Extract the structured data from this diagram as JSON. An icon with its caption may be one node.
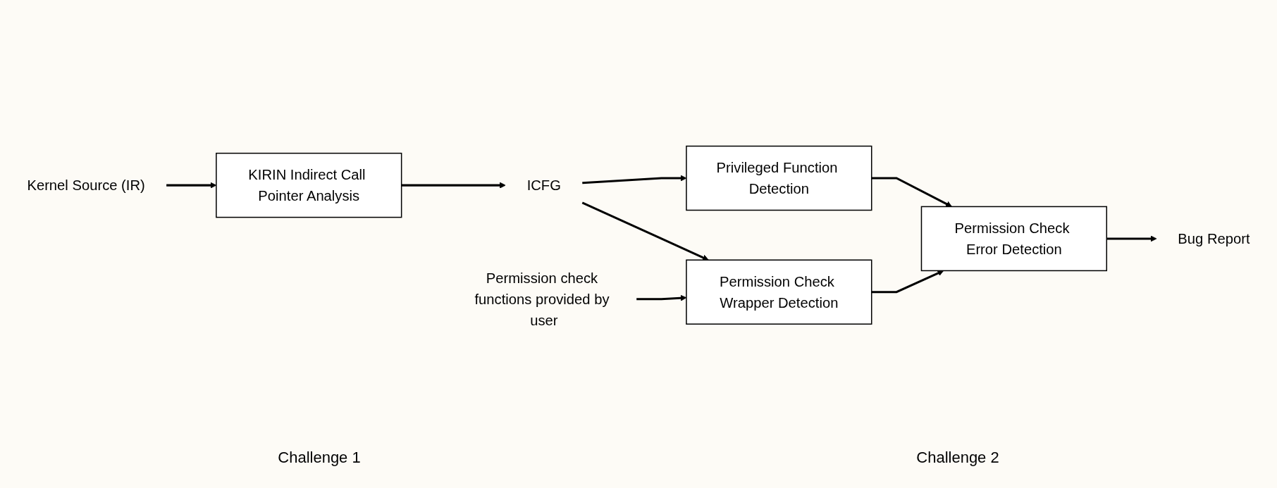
{
  "diagram": {
    "nodes": [
      {
        "text": [
          "Kernel Source (IR)"
        ]
      },
      {
        "text": [
          "KIRIN Indirect Call Pointer Analysis"
        ]
      },
      {
        "text": [
          "ICFG"
        ]
      },
      {
        "text": [
          "Privileged Function Detection"
        ]
      },
      {
        "text": [
          "Permission Check Wrapper Detection"
        ]
      },
      {
        "text": [
          "Permission check functions provided by user"
        ]
      },
      {
        "text": [
          "Permission Check Error Detection"
        ]
      },
      {
        "text": [
          "Bug Report"
        ]
      }
    ],
    "edges": [
      {
        "from": 0,
        "to": 1,
        "arrow": "to"
      },
      {
        "from": 1,
        "to": 2,
        "arrow": "to"
      },
      {
        "from": 2,
        "to": 3,
        "arrow": "to"
      },
      {
        "from": 2,
        "to": 4,
        "arrow": "to"
      },
      {
        "from": 5,
        "to": 4,
        "arrow": "to"
      },
      {
        "from": 3,
        "to": 6,
        "arrow": "to"
      },
      {
        "from": 4,
        "to": 6,
        "arrow": "to"
      },
      {
        "from": 6,
        "to": 7,
        "arrow": "to"
      }
    ],
    "labels": [
      "Challenge 1",
      "Challenge 2"
    ]
  }
}
